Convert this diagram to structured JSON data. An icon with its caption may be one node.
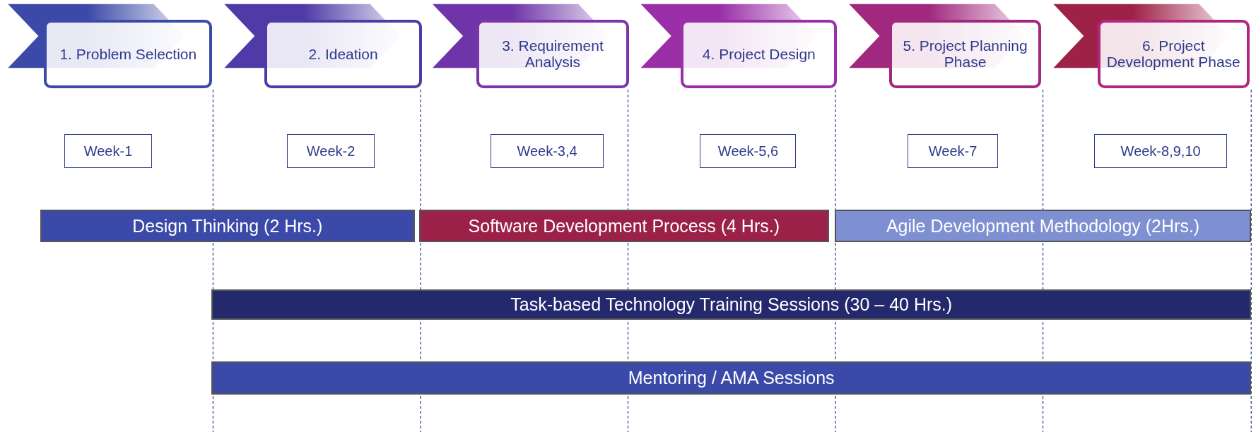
{
  "diagram": {
    "nodes": [
      {
        "text": [
          "1. Problem Selection"
        ]
      },
      {
        "text": [
          "2. Ideation"
        ]
      },
      {
        "text": [
          "3. Requirement Analysis"
        ]
      },
      {
        "text": [
          "4. Project Design"
        ]
      },
      {
        "text": [
          "5. Project Planning Phase"
        ]
      },
      {
        "text": [
          "6. Project Development Phase"
        ]
      },
      {
        "text": [
          "Week-1"
        ]
      },
      {
        "text": [
          "Week-2"
        ]
      },
      {
        "text": [
          "Week-3,4"
        ]
      },
      {
        "text": [
          "Week-5,6"
        ]
      },
      {
        "text": [
          "Week-7"
        ]
      },
      {
        "text": [
          "Week-8,9,10"
        ]
      },
      {
        "text": [
          "Design Thinking (2 Hrs.)"
        ]
      },
      {
        "text": [
          "Software Development Process (4 Hrs.)"
        ]
      },
      {
        "text": [
          "Agile Development Methodology (2Hrs.)"
        ]
      },
      {
        "text": [
          "Task-based Technology Training Sessions (30 – 40 Hrs.)"
        ]
      },
      {
        "text": [
          "Mentoring / AMA Sessions"
        ]
      }
    ],
    "edges": []
  }
}
